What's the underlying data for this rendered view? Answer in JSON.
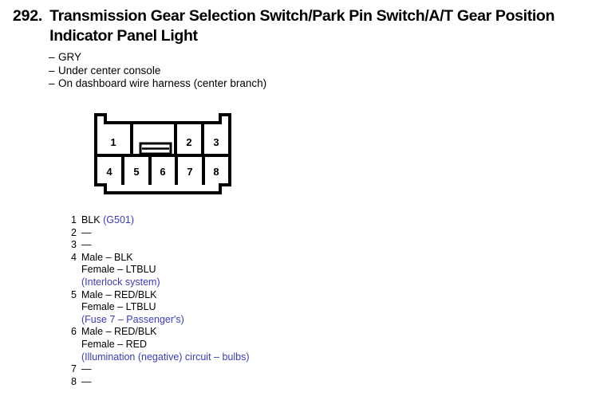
{
  "header": {
    "number": "292.",
    "title": "Transmission Gear Selection Switch/Park Pin Switch/A/T Gear Position Indicator Panel Light"
  },
  "notes": [
    {
      "dash": "–",
      "text": "GRY"
    },
    {
      "dash": "–",
      "text": "Under center console"
    },
    {
      "dash": "–",
      "text": "On dashboard wire harness (center branch)"
    }
  ],
  "connector": {
    "name": "8-pin connector",
    "top_row_pins": [
      "1",
      "2",
      "3"
    ],
    "bottom_row_pins": [
      "4",
      "5",
      "6",
      "7",
      "8"
    ],
    "has_center_latch_tab": true
  },
  "colors": {
    "note_blue": "#3b3bbf",
    "text_black": "#000000",
    "background": "#ffffff"
  },
  "pins": [
    {
      "index": "1",
      "lines": [
        {
          "text": "BLK ",
          "blue": false,
          "inline_note": "(G501)"
        }
      ]
    },
    {
      "index": "2",
      "lines": [
        {
          "text": "—",
          "blue": false
        }
      ]
    },
    {
      "index": "3",
      "lines": [
        {
          "text": "—",
          "blue": false
        }
      ]
    },
    {
      "index": "4",
      "lines": [
        {
          "text": "Male – BLK",
          "blue": false
        },
        {
          "text": "Female – LTBLU",
          "blue": false
        },
        {
          "text": "(Interlock system)",
          "blue": true
        }
      ]
    },
    {
      "index": "5",
      "lines": [
        {
          "text": "Male – RED/BLK",
          "blue": false
        },
        {
          "text": "Female – LTBLU",
          "blue": false
        },
        {
          "text": "(Fuse 7 – Passenger's)",
          "blue": true
        }
      ]
    },
    {
      "index": "6",
      "lines": [
        {
          "text": "Male – RED/BLK",
          "blue": false
        },
        {
          "text": "Female – RED",
          "blue": false
        },
        {
          "text": "(Illumination (negative) circuit – bulbs)",
          "blue": true
        }
      ]
    },
    {
      "index": "7",
      "lines": [
        {
          "text": "—",
          "blue": false
        }
      ]
    },
    {
      "index": "8",
      "lines": [
        {
          "text": "—",
          "blue": false
        }
      ]
    }
  ],
  "pin_flat": {
    "p1_label": "BLK",
    "p1_note": "(G501)",
    "p2_label": "—",
    "p3_label": "—",
    "p4_male": "Male – BLK",
    "p4_female": "Female – LTBLU",
    "p4_note": "(Interlock system)",
    "p5_male": "Male – RED/BLK",
    "p5_female": "Female – LTBLU",
    "p5_note": "(Fuse 7 – Passenger's)",
    "p6_male": "Male – RED/BLK",
    "p6_female": "Female – RED",
    "p6_note": "(Illumination (negative) circuit – bulbs)",
    "p7_label": "—",
    "p8_label": "—"
  }
}
